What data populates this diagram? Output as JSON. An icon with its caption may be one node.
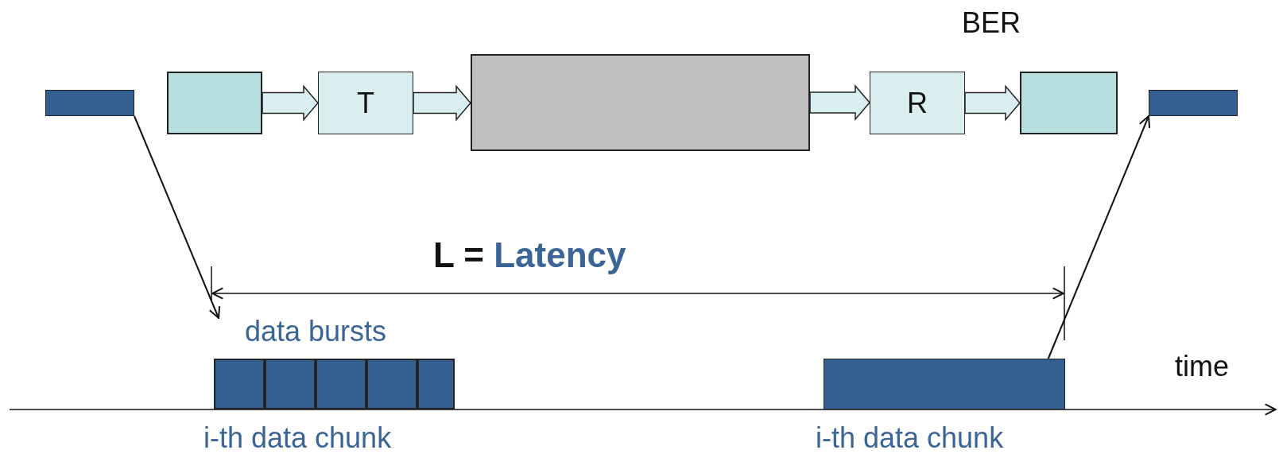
{
  "diagram": {
    "nodes": [
      {
        "text": [],
        "shape": "bar"
      },
      {
        "text": [],
        "shape": "box"
      },
      {
        "text": [
          "T"
        ]
      },
      {
        "text": [],
        "shape": "box"
      },
      {
        "text": [
          "R"
        ]
      },
      {
        "text": [],
        "shape": "box"
      },
      {
        "text": [],
        "shape": "bar"
      },
      {
        "text": [
          "data bursts"
        ],
        "beside": [
          "i-th data chunk"
        ]
      },
      {
        "text": [],
        "shape": "box",
        "in": 7
      },
      {
        "text": [],
        "shape": "box",
        "in": 7
      },
      {
        "text": [],
        "shape": "box",
        "in": 7
      },
      {
        "text": [],
        "shape": "box",
        "in": 7
      },
      {
        "text": [],
        "shape": "box",
        "in": 7
      },
      {
        "text": [],
        "shape": "bar",
        "beside": [
          "i-th data chunk"
        ]
      }
    ],
    "edges": [
      {
        "from": 1,
        "to": 2,
        "arrow": "to"
      },
      {
        "from": 2,
        "to": 3,
        "arrow": "to"
      },
      {
        "from": 3,
        "to": 4,
        "arrow": "to"
      },
      {
        "from": 4,
        "to": 5,
        "arrow": "to"
      },
      {
        "from": 0,
        "to": 7,
        "arrow": "to"
      },
      {
        "from": 13,
        "to": 6,
        "arrow": "to"
      }
    ],
    "labels": [
      "BER",
      "L = Latency",
      "time"
    ]
  }
}
